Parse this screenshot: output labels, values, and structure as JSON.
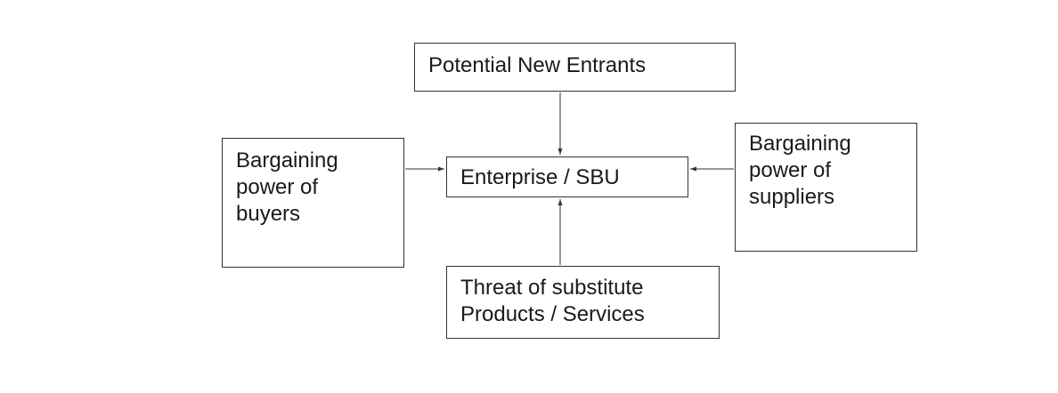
{
  "diagram": {
    "center": {
      "label": "Enterprise / SBU"
    },
    "top": {
      "label": "Potential New Entrants"
    },
    "left": {
      "label": "Bargaining\npower of\nbuyers"
    },
    "right": {
      "label": "Bargaining\npower of\nsuppliers"
    },
    "bottom": {
      "label": "Threat of substitute\nProducts / Services"
    }
  },
  "colors": {
    "stroke": "#333333",
    "text": "#1a1a1a",
    "background": "#ffffff"
  }
}
